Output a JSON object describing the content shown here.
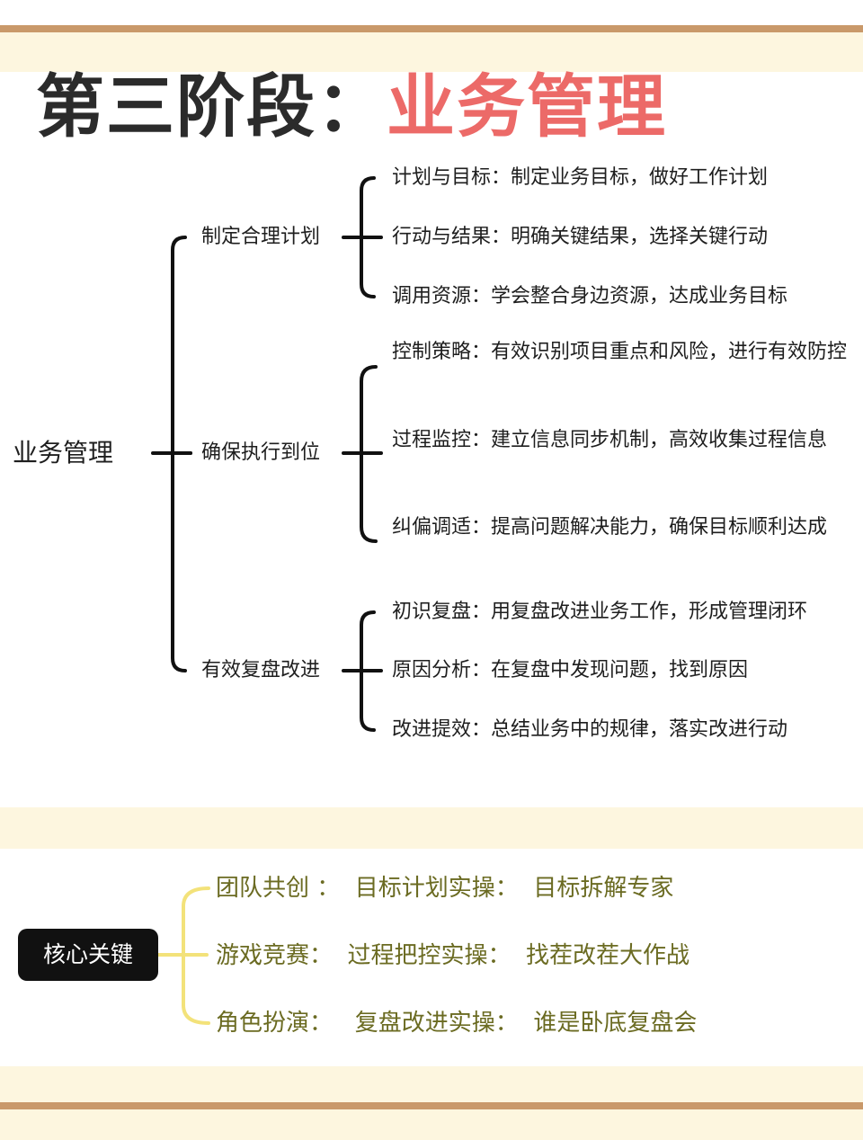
{
  "title": {
    "prefix": "第三阶段：",
    "highlight": "业务管理"
  },
  "colors": {
    "highlight": "#ec6a68",
    "accent_band": "#fdf6df",
    "accent_line": "#c9996a",
    "key_line": "#f3e27a",
    "key_text": "#6b6b22"
  },
  "tree": {
    "root": "业务管理",
    "branches": [
      {
        "label": "制定合理计划",
        "items": [
          "计划与目标：制定业务目标，做好工作计划",
          "行动与结果：明确关键结果，选择关键行动",
          "调用资源：学会整合身边资源，达成业务目标"
        ]
      },
      {
        "label": "确保执行到位",
        "items": [
          "控制策略：有效识别项目重点和风险，进行有效防控",
          "过程监控：建立信息同步机制，高效收集过程信息",
          "纠偏调适：提高问题解决能力，确保目标顺利达成"
        ]
      },
      {
        "label": "有效复盘改进",
        "items": [
          "初识复盘：用复盘改进业务工作，形成管理闭环",
          "原因分析：在复盘中发现问题，找到原因",
          "改进提效：总结业务中的规律，落实改进行动"
        ]
      }
    ]
  },
  "key": {
    "label": "核心关键",
    "items": [
      "团队共创 ：  目标计划实操：  目标拆解专家",
      "游戏竞赛：  过程把控实操：  找茬改茬大作战",
      "角色扮演：   复盘改进实操：  谁是卧底复盘会"
    ]
  }
}
